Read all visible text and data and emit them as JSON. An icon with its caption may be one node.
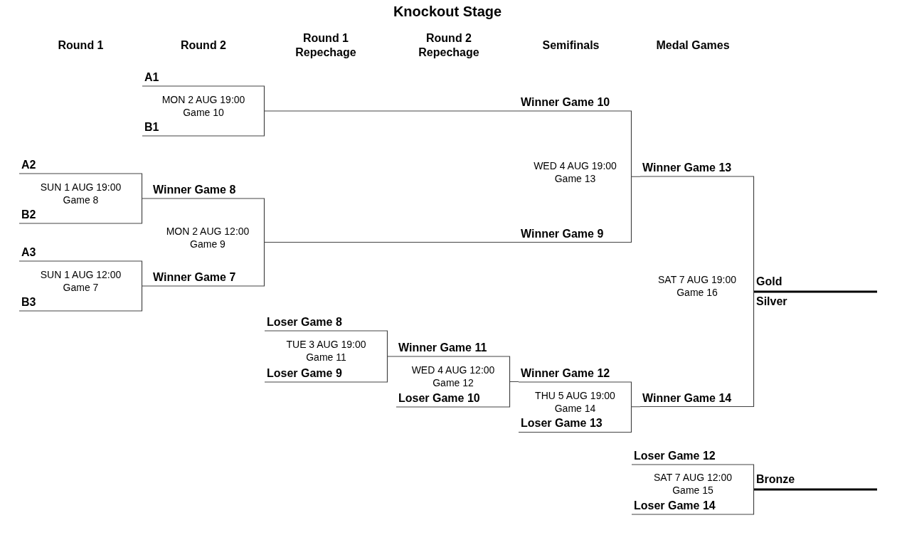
{
  "diagram": {
    "title": "Knockout Stage",
    "nodes": [
      {
        "text": [
          "A2",
          "SUN 1 AUG 19:00 Game 8",
          "B2"
        ]
      },
      {
        "text": [
          "A3",
          "SUN 1 AUG 12:00 Game 7",
          "B3"
        ]
      },
      {
        "text": [
          "A1",
          "MON 2 AUG 19:00 Game 10",
          "B1"
        ]
      },
      {
        "text": [
          "Winner Game 8",
          "MON 2 AUG 12:00 Game 9",
          "Winner Game 7"
        ]
      },
      {
        "text": [
          "Loser Game 8",
          "TUE 3 AUG 19:00 Game 11",
          "Loser Game 9"
        ]
      },
      {
        "text": [
          "Winner Game 11",
          "WED 4 AUG 12:00 Game 12",
          "Loser Game 10"
        ]
      },
      {
        "text": [
          "Winner Game 10",
          "WED 4 AUG 19:00 Game 13",
          "Winner Game 9"
        ]
      },
      {
        "text": [
          "Winner Game 12",
          "THU 5 AUG 19:00 Game 14",
          "Loser Game 13"
        ]
      },
      {
        "text": [
          "Winner Game 13",
          "SAT 7 AUG 19:00 Game 16",
          "Winner Game 14"
        ]
      },
      {
        "text": [
          "Loser Game 12",
          "SAT 7 AUG 12:00 Game 15",
          "Loser Game 14"
        ]
      }
    ],
    "edges": [
      {
        "from": 0,
        "to": 3,
        "arrow": "none"
      },
      {
        "from": 1,
        "to": 3,
        "arrow": "none"
      },
      {
        "from": 2,
        "to": 6,
        "arrow": "none"
      },
      {
        "from": 3,
        "to": 6,
        "arrow": "none"
      },
      {
        "from": 4,
        "to": 5,
        "arrow": "none"
      },
      {
        "from": 5,
        "to": 7,
        "arrow": "none"
      },
      {
        "from": 6,
        "to": 8,
        "arrow": "none"
      },
      {
        "from": 7,
        "to": 8,
        "arrow": "none"
      },
      {
        "from": 8,
        "to": null,
        "arrow": "none",
        "style": "thick",
        "color": "#000000"
      },
      {
        "from": 9,
        "to": null,
        "arrow": "none",
        "style": "thick",
        "color": "#000000"
      }
    ],
    "labels": [
      "Round 1",
      "Round 2",
      "Round 1 Repechage",
      "Round 2 Repechage",
      "Semifinals",
      "Medal Games",
      "Gold",
      "Silver",
      "Bronze"
    ]
  }
}
